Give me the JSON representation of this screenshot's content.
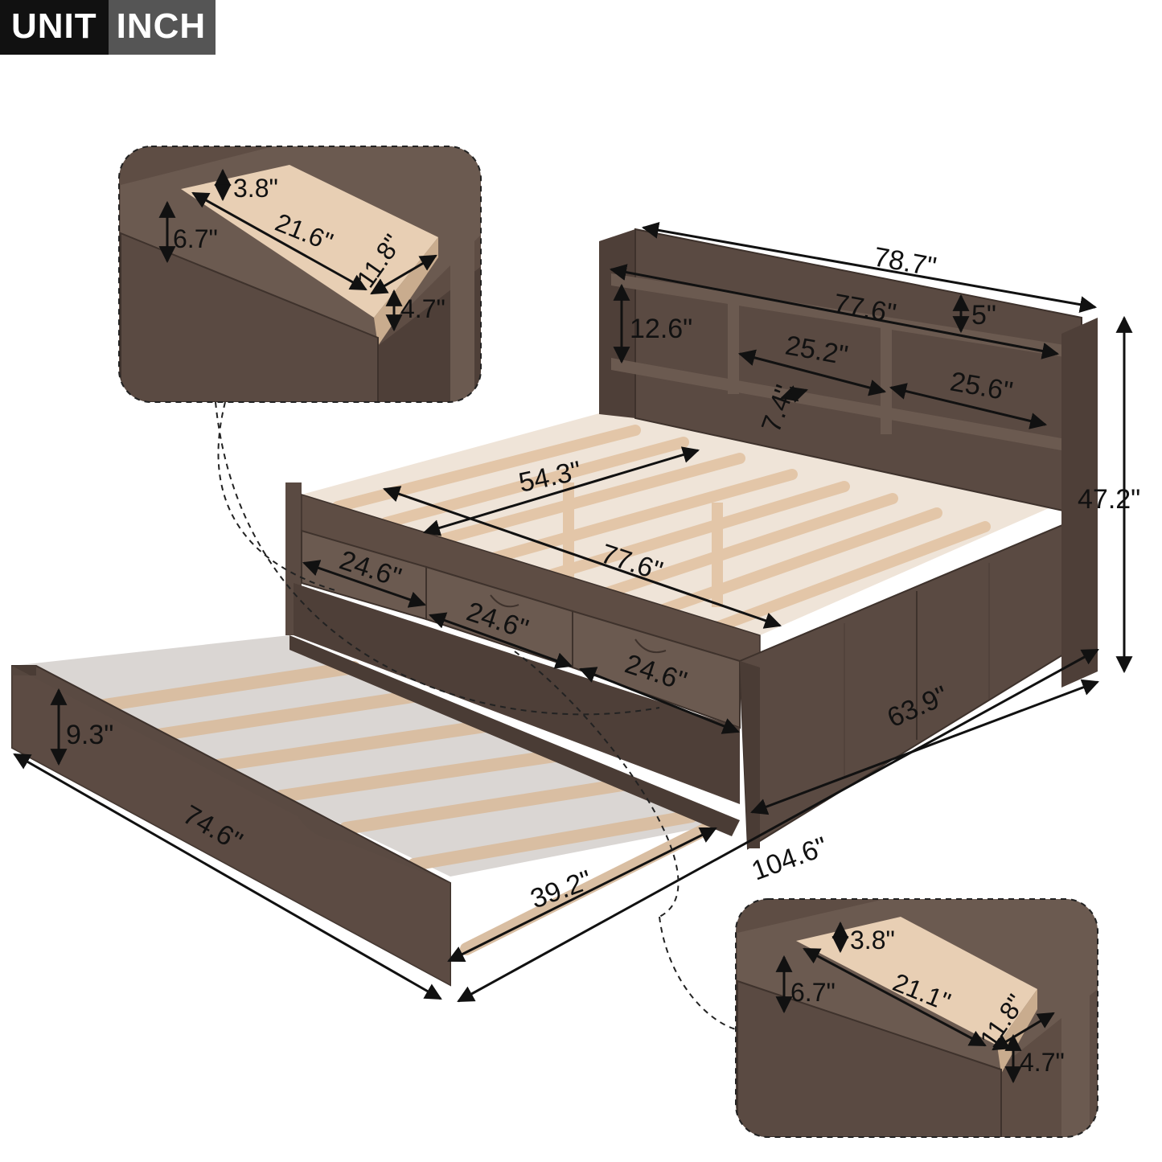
{
  "unit_badge": {
    "label": "UNIT",
    "value": "INCH"
  },
  "colors": {
    "wood_dark": "#5a4a42",
    "wood_mid": "#6b5a50",
    "wood_edge": "#3e322c",
    "slat": "#e8cfb4",
    "arrow": "#111111"
  },
  "dims": {
    "headboard_width": "78.7\"",
    "headboard_inner": "77.6\"",
    "shelf_height": "12.6\"",
    "shelf_gap": "5\"",
    "shelf_left": "25.2\"",
    "shelf_right": "25.6\"",
    "shelf_depth": "7.4\"",
    "total_height": "47.2\"",
    "slat_width": "54.3\"",
    "slat_length": "77.6\"",
    "drawer_1": "24.6\"",
    "drawer_2": "24.6\"",
    "drawer_3": "24.6\"",
    "bed_width": "63.9\"",
    "overall_length": "104.6\"",
    "trundle_height": "9.3\"",
    "trundle_length": "74.6\"",
    "trundle_width": "39.2\""
  },
  "inset_top": {
    "depth": "3.8\"",
    "height": "6.7\"",
    "length": "21.6\"",
    "width": "11.8\"",
    "inner_height": "4.7\""
  },
  "inset_bottom": {
    "depth": "3.8\"",
    "height": "6.7\"",
    "length": "21.1\"",
    "width": "11.8\"",
    "inner_height": "4.7\""
  }
}
